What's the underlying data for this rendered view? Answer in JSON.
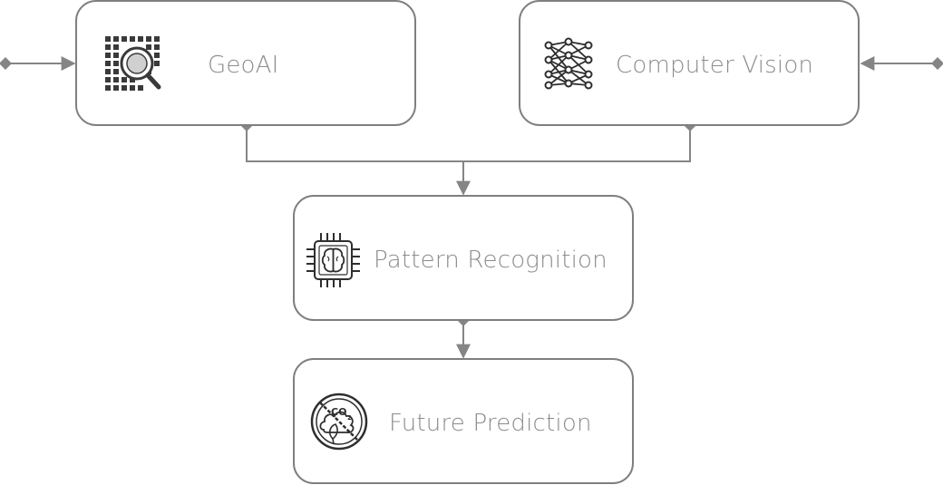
{
  "nodes": {
    "geoai": {
      "label": "GeoAI",
      "icon": "map-grid-search-icon"
    },
    "computer_vision": {
      "label": "Computer Vision",
      "icon": "neural-network-icon"
    },
    "pattern_recognition": {
      "label": "Pattern Recognition",
      "icon": "ai-chip-brain-icon"
    },
    "future_prediction": {
      "label": "Future Prediction",
      "icon": "no-co2-cloud-leaf-icon"
    }
  },
  "colors": {
    "box_stroke": "#7f7f7f",
    "connector": "#858585",
    "label_text": "#8c8c8c",
    "icon_stroke": "#2e2e2e"
  }
}
